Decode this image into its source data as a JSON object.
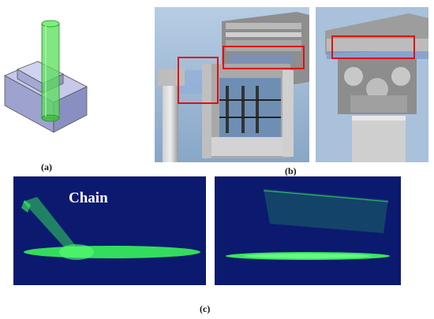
{
  "figure": {
    "captions": {
      "a": "(a)",
      "b": "(b)",
      "c": "(c)"
    },
    "panel_c": {
      "left_label": "Chain"
    },
    "colors": {
      "point_cloud_green": "#3cff5a",
      "dark_blue_background": "#0b1a6e",
      "highlight_box_red": "#e01010",
      "cad_block_fill": "#b8bce0",
      "cylinder_green": "#4cd94c"
    }
  }
}
